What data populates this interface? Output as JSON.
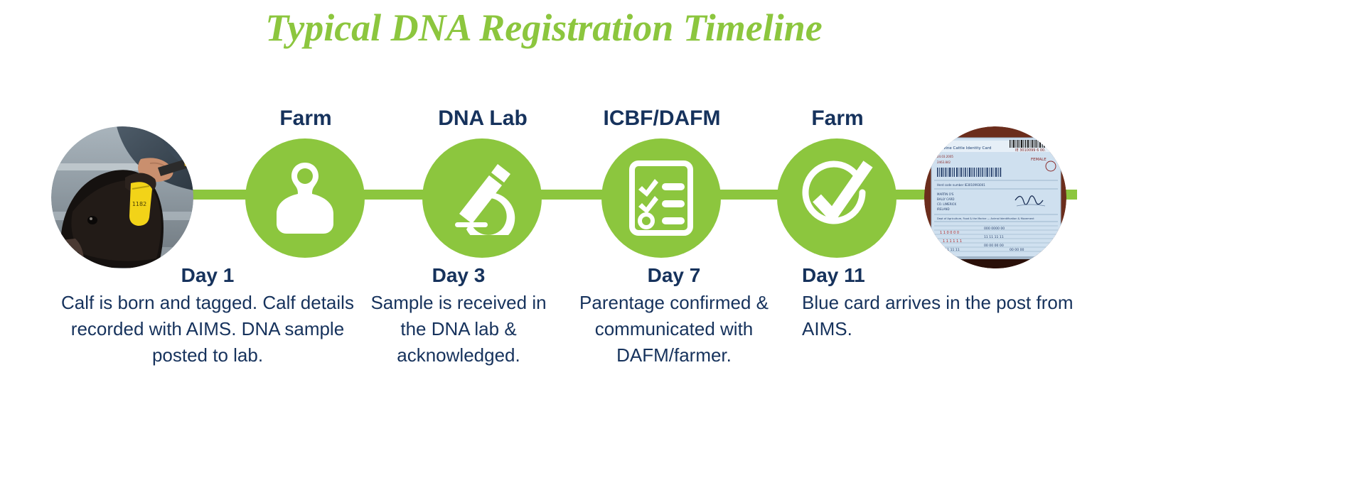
{
  "title": "Typical DNA Registration Timeline",
  "colors": {
    "accent_green": "#8CC63E",
    "text_navy": "#16325C",
    "background": "#FFFFFF"
  },
  "timeline": {
    "start_photo": {
      "name": "calf-being-tagged-photo",
      "alt": "Calf being ear-tagged by farmer"
    },
    "end_photo": {
      "name": "blue-card-photo",
      "alt": "Blue bovine identity card"
    },
    "nodes": [
      {
        "stage_label": "Farm",
        "icon": "ear-tag-icon",
        "day_label": "Day 1",
        "description": "Calf is born and tagged. Calf details recorded with AIMS. DNA sample posted to lab."
      },
      {
        "stage_label": "DNA Lab",
        "icon": "microscope-icon",
        "day_label": "Day 3",
        "description": "Sample is received in the DNA lab & acknowledged."
      },
      {
        "stage_label": "ICBF/DAFM",
        "icon": "checklist-icon",
        "day_label": "Day 7",
        "description": "Parentage confirmed & communicated with DAFM/farmer."
      },
      {
        "stage_label": "Farm",
        "icon": "check-circle-icon",
        "day_label": "Day 11",
        "description": "Blue card arrives in the post from AIMS."
      }
    ]
  }
}
